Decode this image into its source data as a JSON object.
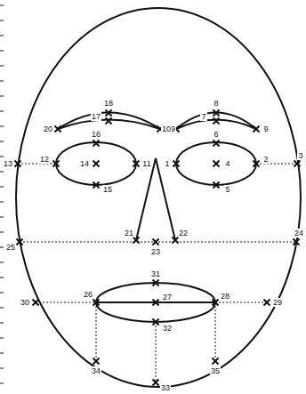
{
  "diagram": {
    "labels": [
      "18",
      "8",
      "17",
      "7",
      "20",
      "19",
      "10",
      "9",
      "16",
      "6",
      "13",
      "12",
      "14",
      "11",
      "1",
      "4",
      "2",
      "3",
      "15",
      "5",
      "21",
      "22",
      "25",
      "23",
      "24",
      "31",
      "26",
      "27",
      "28",
      "30",
      "29",
      "32",
      "34",
      "35",
      "33"
    ]
  }
}
